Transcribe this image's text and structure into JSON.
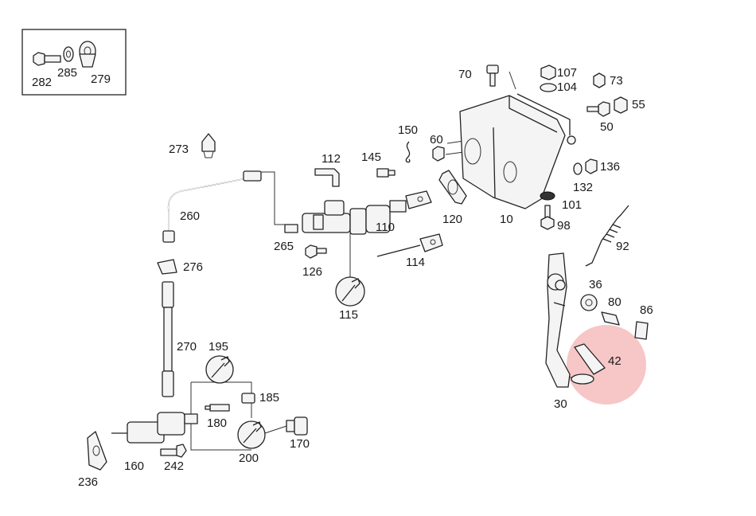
{
  "labels": {
    "l282": "282",
    "l285": "285",
    "l279": "279",
    "l70": "70",
    "l107": "107",
    "l104": "104",
    "l73": "73",
    "l55": "55",
    "l50": "50",
    "l150": "150",
    "l60": "60",
    "l273": "273",
    "l112": "112",
    "l145": "145",
    "l120": "120",
    "l10": "10",
    "l136": "136",
    "l132": "132",
    "l101": "101",
    "l98": "98",
    "l260": "260",
    "l110": "110",
    "l92": "92",
    "l265": "265",
    "l114": "114",
    "l276": "276",
    "l126": "126",
    "l36": "36",
    "l80": "80",
    "l86": "86",
    "l115": "115",
    "l270": "270",
    "l195": "195",
    "l42": "42",
    "l185": "185",
    "l30": "30",
    "l180": "180",
    "l170": "170",
    "l160": "160",
    "l242": "242",
    "l200": "200",
    "l236": "236"
  },
  "highlight": {
    "part": "42",
    "color": "#f7c6c6"
  }
}
